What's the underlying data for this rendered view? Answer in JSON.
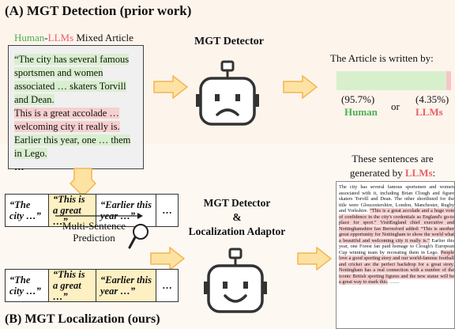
{
  "section_a": {
    "title": "(A) MGT Detection (prior work)"
  },
  "section_b": {
    "title": "(B) MGT Localization (ours)"
  },
  "legend": {
    "human": "Human",
    "dash": "-",
    "llms": "LLMs",
    "rest": " Mixed Article"
  },
  "article": {
    "green_1": "“The city has several famous sportsmen and women associated … skaters Torvill and Dean.",
    "red_1": "This is a great accolade … welcoming city it really is.",
    "green_2": "Earlier this year, one … them in Lego.",
    "dots": "…"
  },
  "detector": {
    "label": "MGT Detector"
  },
  "result": {
    "title": "The Article is written by:",
    "human_pct": "(95.7%)",
    "human_label": "Human",
    "or": "or",
    "llm_pct": "(4.35%)",
    "llm_label": "LLMs",
    "human_fraction": 0.957
  },
  "rows": {
    "top": [
      "“The city …”",
      "“This is a great …”",
      "“Earlier this year …”",
      "…"
    ],
    "bottom": [
      "“The city …”",
      "“This is a great …”",
      "“Earlier this year …”",
      "…"
    ]
  },
  "multi_sentence": {
    "line1": "Multi-Sentence",
    "line2": "Prediction"
  },
  "localization": {
    "line1": "MGT Detector",
    "line2": "&",
    "line3": "Localization Adaptor"
  },
  "sentences": {
    "title_prefix": "These sentences are",
    "title_mid": "generated by ",
    "title_llm": "LLMs",
    "title_end": ":"
  },
  "long_text": {
    "p1": "The city has several famous sportsmen and women associated with it, including Brian Clough and figure skaters Torvill and Dean. The other shortlisted for the title were Gloucestershire, London, Manchester, Rugby and Yorkshire. ",
    "r1": "“This is a great accolade and a huge vote of confidence in the city's credentials as England's go-to place for sport.” VisitEngland chief executive and Nottinghamshire fan Berresford added: “This is another great opportunity for Nottingham to show the world what a beautiful and welcoming city it really is.”",
    "p2": " Earlier this year, one Forest fan paid homage to Clough's European Cup winning team by recreating them in Lego. ",
    "r2": "People love a good sporting story and our world-famous football and cricket are the perfect backdrop for a great story. Nottingham has a real connection with a number of the iconic British sporting figures and the new statue will be a great way to mark this.",
    "end": " ……"
  },
  "colors": {
    "human": "#4caf50",
    "llm": "#e8606a",
    "arrow": "#f7c56b"
  },
  "icons": [
    "right-arrow-icon",
    "down-arrow-icon",
    "robot-sad-icon",
    "robot-happy-icon",
    "magnifier-icon"
  ]
}
